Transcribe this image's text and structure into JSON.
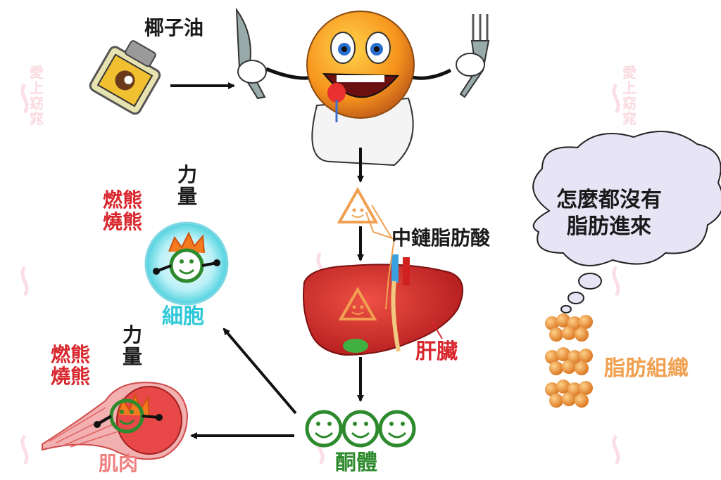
{
  "labels": {
    "coconut_oil": "椰子油",
    "mct": "中鏈脂肪酸",
    "liver": "肝臟",
    "ketones": "酮體",
    "cell": "細胞",
    "muscle": "肌肉",
    "power_top": [
      "力",
      "量"
    ],
    "burn_top": [
      "燃熊",
      "燒熊"
    ],
    "power_bottom": [
      "力",
      "量"
    ],
    "burn_bottom": [
      "燃熊",
      "燒熊"
    ],
    "cloud": [
      "怎麼都沒有",
      "脂肪進來"
    ],
    "fat_tissue": "脂肪組織"
  },
  "watermark": [
    "愛",
    "上",
    "窈",
    "窕"
  ],
  "colors": {
    "arrow": "#111111",
    "liver": "#d8282a",
    "face": "#f7941d",
    "ketone": "#2d8a2d",
    "cell": "#2ec8d8",
    "fat": "#f0a050",
    "cloud_fill": "#e6e4f5"
  }
}
